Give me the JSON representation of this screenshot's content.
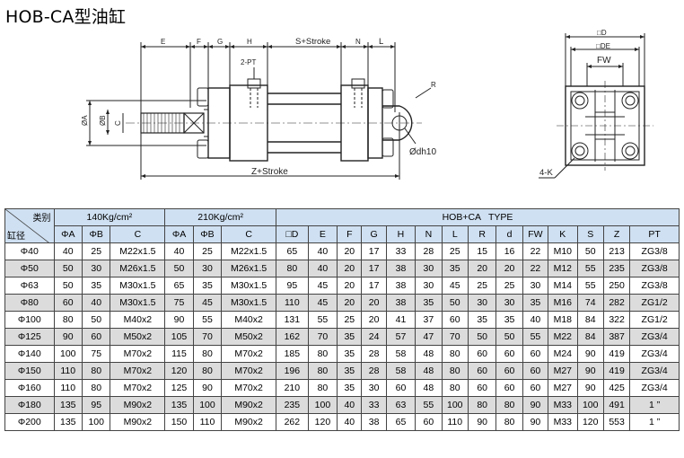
{
  "title": "HOB-CA型油缸",
  "drawing": {
    "dims": {
      "e": "E",
      "f": "F",
      "g": "G",
      "h": "H",
      "stroke": "S+Stroke",
      "n": "N",
      "l": "L",
      "z_stroke": "Z+Stroke",
      "pt": "2-PT",
      "r": "R",
      "dh": "Ødh10",
      "a": "ØA",
      "b": "ØB",
      "c": "C",
      "d": "□D",
      "de": "□DE",
      "fw": "FW",
      "k": "4-K"
    }
  },
  "table": {
    "corner_top": "类别",
    "corner_bottom": "缸径",
    "group_140": "140Kg/cm²",
    "group_210": "210Kg/cm²",
    "group_type": "HOB+CA   TYPE",
    "sub_140": [
      "ΦA",
      "ΦB",
      "C"
    ],
    "sub_210": [
      "ΦA",
      "ΦB",
      "C"
    ],
    "sub_type": [
      "□D",
      "E",
      "F",
      "G",
      "H",
      "N",
      "L",
      "R",
      "d",
      "FW",
      "K",
      "S",
      "Z",
      "PT"
    ],
    "rows": [
      [
        "Φ40",
        "40",
        "25",
        "M22x1.5",
        "40",
        "25",
        "M22x1.5",
        "65",
        "40",
        "20",
        "17",
        "33",
        "28",
        "25",
        "15",
        "16",
        "22",
        "M10",
        "50",
        "213",
        "ZG3/8"
      ],
      [
        "Φ50",
        "50",
        "30",
        "M26x1.5",
        "50",
        "30",
        "M26x1.5",
        "80",
        "40",
        "20",
        "17",
        "38",
        "30",
        "35",
        "20",
        "20",
        "22",
        "M12",
        "55",
        "235",
        "ZG3/8"
      ],
      [
        "Φ63",
        "50",
        "35",
        "M30x1.5",
        "65",
        "35",
        "M30x1.5",
        "95",
        "45",
        "20",
        "17",
        "38",
        "30",
        "45",
        "25",
        "25",
        "30",
        "M14",
        "55",
        "250",
        "ZG3/8"
      ],
      [
        "Φ80",
        "60",
        "40",
        "M30x1.5",
        "75",
        "45",
        "M30x1.5",
        "110",
        "45",
        "20",
        "20",
        "38",
        "35",
        "50",
        "30",
        "30",
        "35",
        "M16",
        "74",
        "282",
        "ZG1/2"
      ],
      [
        "Φ100",
        "80",
        "50",
        "M40x2",
        "90",
        "55",
        "M40x2",
        "131",
        "55",
        "25",
        "20",
        "41",
        "37",
        "60",
        "35",
        "35",
        "40",
        "M18",
        "84",
        "322",
        "ZG1/2"
      ],
      [
        "Φ125",
        "90",
        "60",
        "M50x2",
        "105",
        "70",
        "M50x2",
        "162",
        "70",
        "35",
        "24",
        "57",
        "47",
        "70",
        "50",
        "50",
        "55",
        "M22",
        "84",
        "387",
        "ZG3/4"
      ],
      [
        "Φ140",
        "100",
        "75",
        "M70x2",
        "115",
        "80",
        "M70x2",
        "185",
        "80",
        "35",
        "28",
        "58",
        "48",
        "80",
        "60",
        "60",
        "60",
        "M24",
        "90",
        "419",
        "ZG3/4"
      ],
      [
        "Φ150",
        "110",
        "80",
        "M70x2",
        "120",
        "80",
        "M70x2",
        "196",
        "80",
        "35",
        "28",
        "58",
        "48",
        "80",
        "60",
        "60",
        "60",
        "M27",
        "90",
        "419",
        "ZG3/4"
      ],
      [
        "Φ160",
        "110",
        "80",
        "M70x2",
        "125",
        "90",
        "M70x2",
        "210",
        "80",
        "35",
        "30",
        "60",
        "48",
        "80",
        "60",
        "60",
        "60",
        "M27",
        "90",
        "425",
        "ZG3/4"
      ],
      [
        "Φ180",
        "135",
        "95",
        "M90x2",
        "135",
        "100",
        "M90x2",
        "235",
        "100",
        "40",
        "33",
        "63",
        "55",
        "100",
        "80",
        "80",
        "90",
        "M33",
        "100",
        "491",
        "1 ”"
      ],
      [
        "Φ200",
        "135",
        "100",
        "M90x2",
        "150",
        "110",
        "M90x2",
        "262",
        "120",
        "40",
        "38",
        "65",
        "60",
        "110",
        "90",
        "80",
        "90",
        "M33",
        "120",
        "553",
        "1 ”"
      ]
    ]
  }
}
